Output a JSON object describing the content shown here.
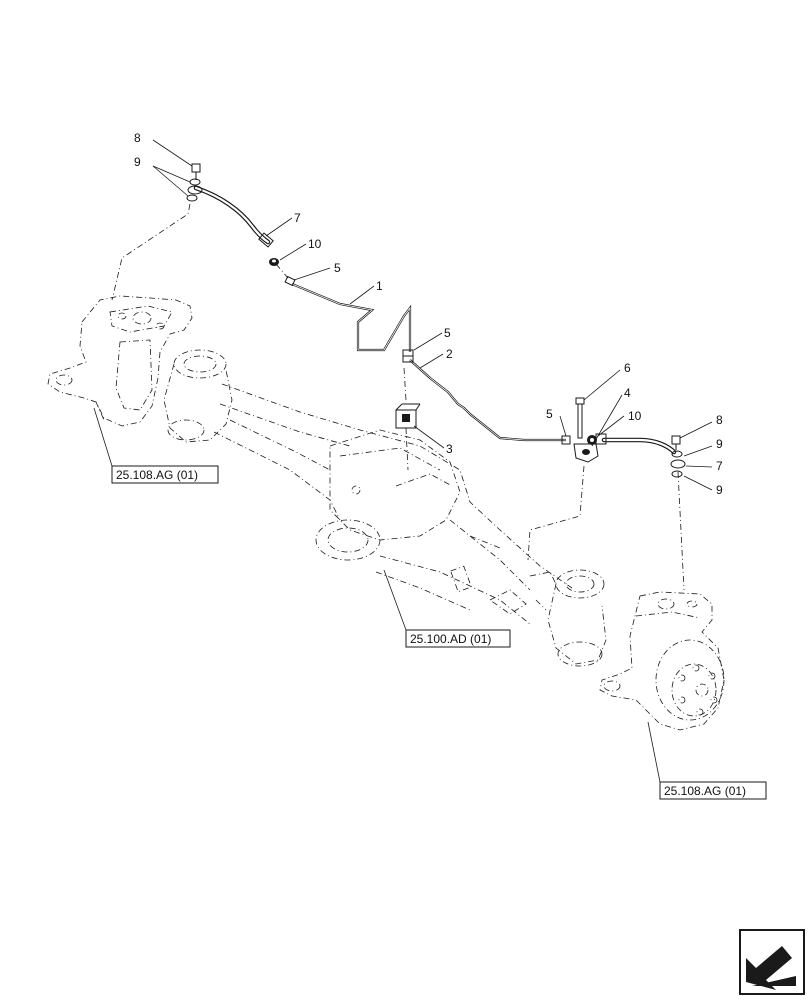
{
  "callouts": {
    "c1": "1",
    "c2": "2",
    "c3": "3",
    "c4": "4",
    "c5a": "5",
    "c5b": "5",
    "c5c": "5",
    "c6": "6",
    "c7a": "7",
    "c7b": "7",
    "c8a": "8",
    "c8b": "8",
    "c9a": "9",
    "c9b": "9",
    "c9c": "9",
    "c10a": "10",
    "c10b": "10"
  },
  "references": {
    "left_knuckle": "25.108.AG (01)",
    "axle_housing": "25.100.AD (01)",
    "right_knuckle": "25.108.AG (01)"
  },
  "icons": {
    "nav": "next-page-arrow-icon"
  }
}
